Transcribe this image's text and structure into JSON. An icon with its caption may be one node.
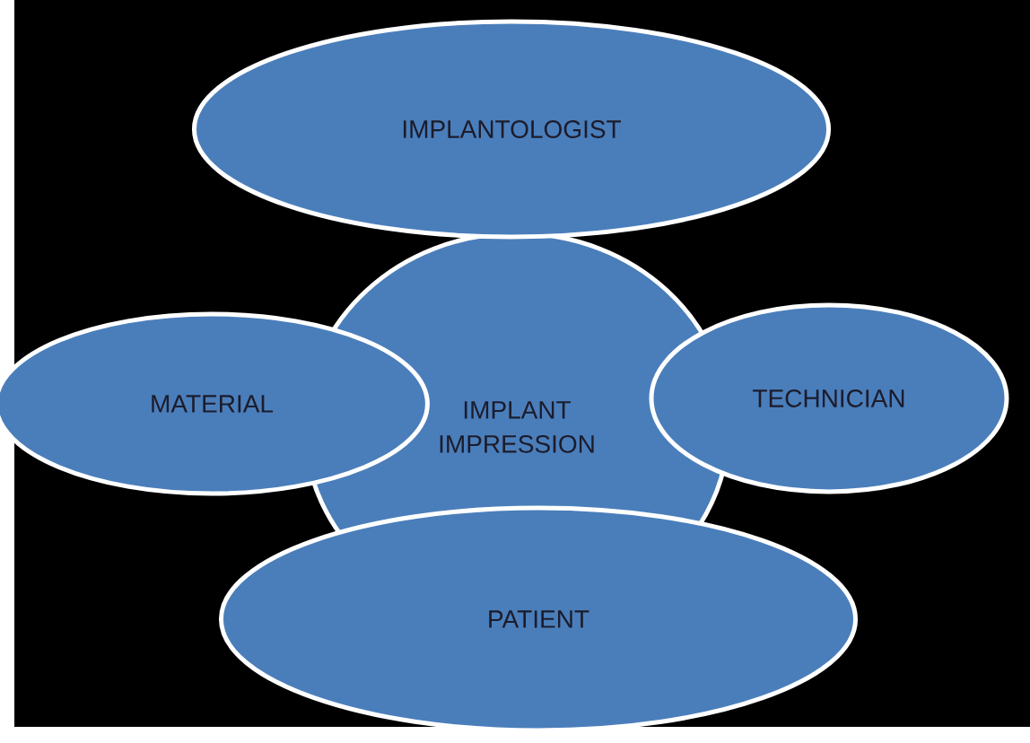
{
  "diagram": {
    "nodes": [
      {
        "text": [
          "IMPLANTOLOGIST"
        ]
      },
      {
        "text": [
          "MATERIAL"
        ]
      },
      {
        "text": [
          "IMPLANT IMPRESSION"
        ]
      },
      {
        "text": [
          "TECHNICIAN"
        ]
      },
      {
        "text": [
          "PATIENT"
        ]
      }
    ]
  }
}
